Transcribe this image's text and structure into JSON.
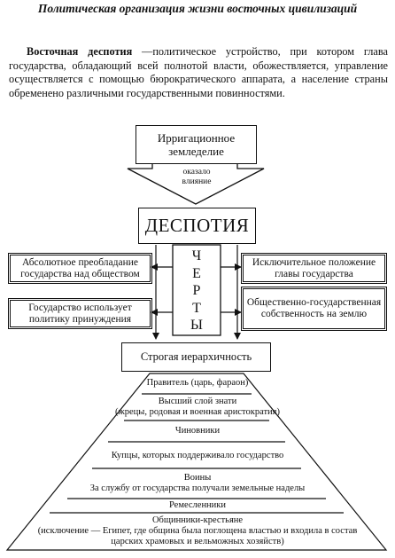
{
  "title": "Политическая организация жизни восточных цивилизаций",
  "intro": {
    "term": "Восточная деспотия",
    "text": " —политическое устройство, при котором глава государства, обладающий всей полнотой власти, обожествляется, управление осуществляется с помощью бюрократического аппарата, а население страны обременено различными государственными повинностями."
  },
  "diagram": {
    "irrigation": "Ирригационное земледелие",
    "influence": "оказало влияние",
    "despotism": "ДЕСПОТИЯ",
    "features_letters": [
      "Ч",
      "Е",
      "Р",
      "Т",
      "Ы"
    ],
    "features_left": [
      "Абсолютное преобладание государства над обществом",
      "Государство использует политику принуждения"
    ],
    "features_right": [
      "Исключительное положение главы государства",
      "Общественно-государственная собственность на землю"
    ],
    "hierarchy": "Строгая иерархичность",
    "pyramid": [
      {
        "line1": "Правитель (царь, фараон)",
        "line2": ""
      },
      {
        "line1": "Высший слой знати",
        "line2": "(жрецы, родовая и военная аристократия)"
      },
      {
        "line1": "Чиновники",
        "line2": ""
      },
      {
        "line1": "Купцы, которых поддерживало государство",
        "line2": ""
      },
      {
        "line1": "Воины",
        "line2": "За службу от государства получали земельные наделы"
      },
      {
        "line1": "Ремесленники",
        "line2": ""
      },
      {
        "line1": "Общинники-крестьяне",
        "line2": "(исключение — Египет, где община была поглощена властью и входила в состав царских храмовых и вельможных хозяйств)"
      }
    ]
  }
}
